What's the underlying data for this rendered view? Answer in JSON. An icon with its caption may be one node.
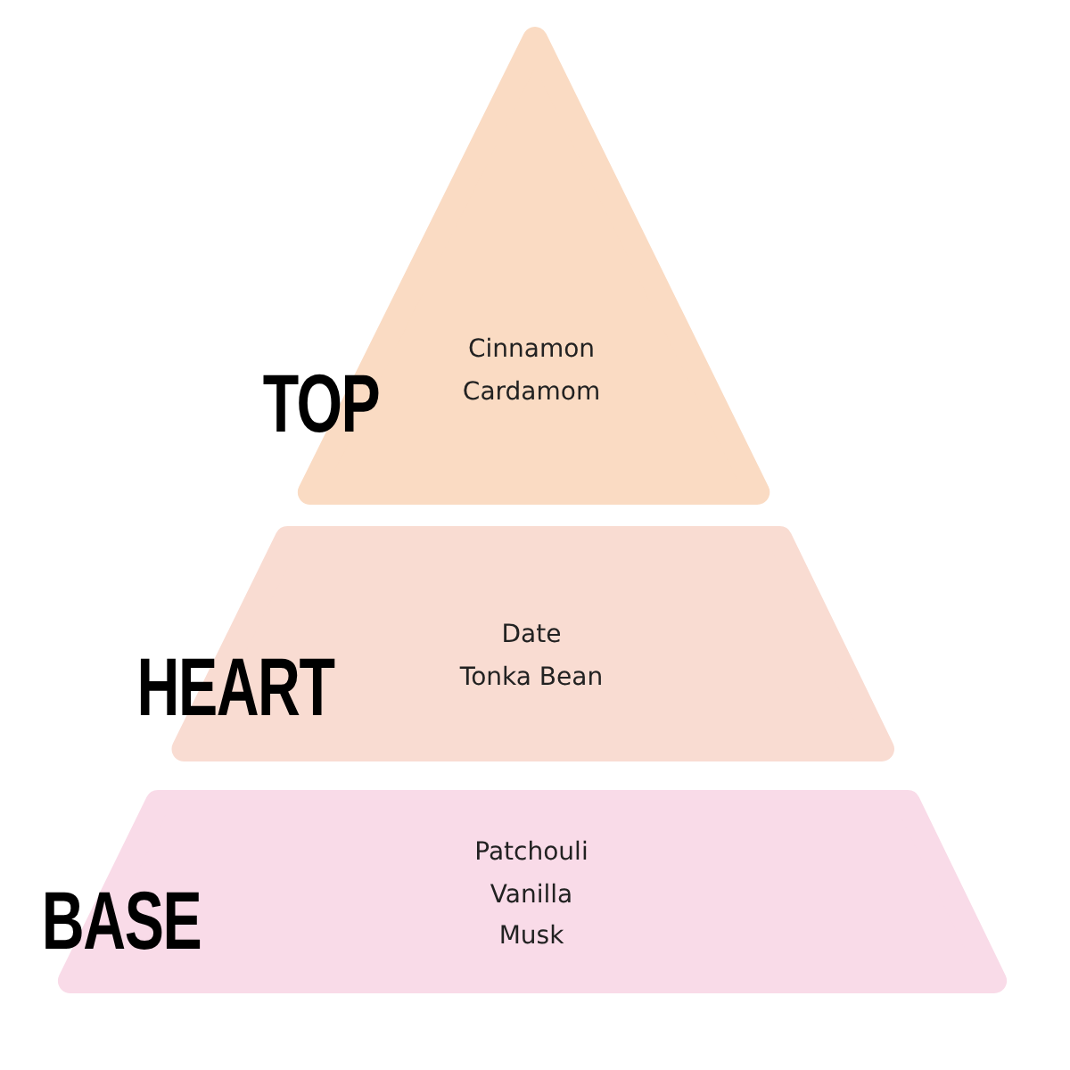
{
  "diagram": {
    "nodes": [
      {
        "text": [
          "TOP",
          "Cinnamon",
          "Cardamom"
        ]
      },
      {
        "text": [
          "HEART",
          "Date",
          "Tonka Bean"
        ]
      },
      {
        "text": [
          "BASE",
          "Patchouli",
          "Vanilla",
          "Musk"
        ]
      }
    ]
  }
}
